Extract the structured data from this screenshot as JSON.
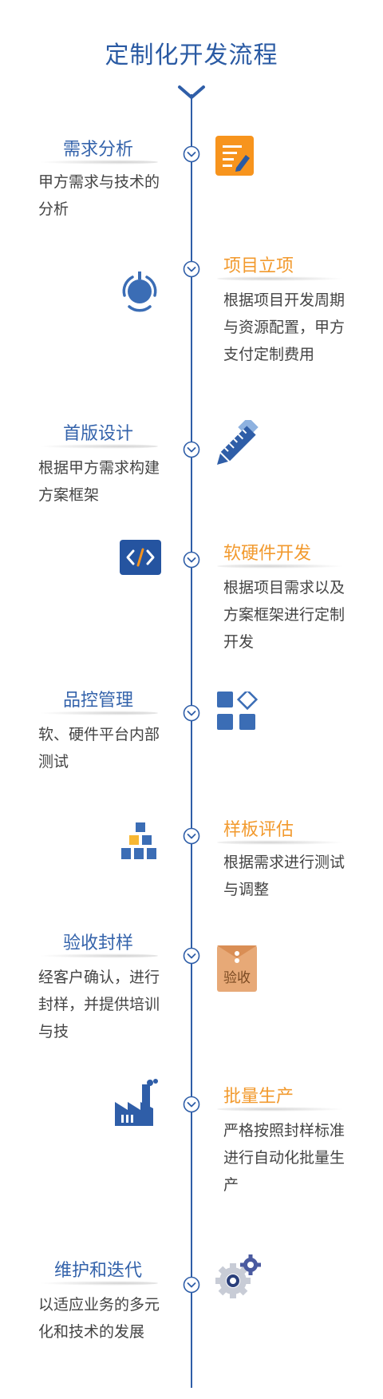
{
  "page": {
    "title": "定制化开发流程"
  },
  "steps": [
    {
      "title": "需求分析",
      "desc": "甲方需求与技术的分析",
      "side": "left",
      "icon": "document-edit-icon"
    },
    {
      "title": "项目立项",
      "desc": "根据项目开发周期与资源配置，甲方支付定制费用",
      "side": "right",
      "icon": "target-icon"
    },
    {
      "title": "首版设计",
      "desc": "根据甲方需求构建方案框架",
      "side": "left",
      "icon": "pencil-ruler-icon"
    },
    {
      "title": "软硬件开发",
      "desc": "根据项目需求以及方案框架进行定制开发",
      "side": "right",
      "icon": "code-icon"
    },
    {
      "title": "品控管理",
      "desc": "软、硬件平台内部测试",
      "side": "left",
      "icon": "blocks-grid-icon"
    },
    {
      "title": "样板评估",
      "desc": "根据需求进行测试与调整",
      "side": "right",
      "icon": "stacked-boxes-icon"
    },
    {
      "title": "验收封样",
      "desc": "经客户确认，进行封样，并提供培训与技",
      "side": "left",
      "icon": "sealed-envelope-icon",
      "icon_text": "验收"
    },
    {
      "title": "批量生产",
      "desc": "严格按照封样标准进行自动化批量生产",
      "side": "right",
      "icon": "factory-icon"
    },
    {
      "title": "维护和迭代",
      "desc": "以适应业务的多元化和技术的发展",
      "side": "left",
      "icon": "gears-icon"
    }
  ],
  "colors": {
    "primary": "#2f5ea8",
    "accent": "#f29a2e",
    "icon_orange": "#f7941d",
    "envelope": "#e7a977"
  }
}
